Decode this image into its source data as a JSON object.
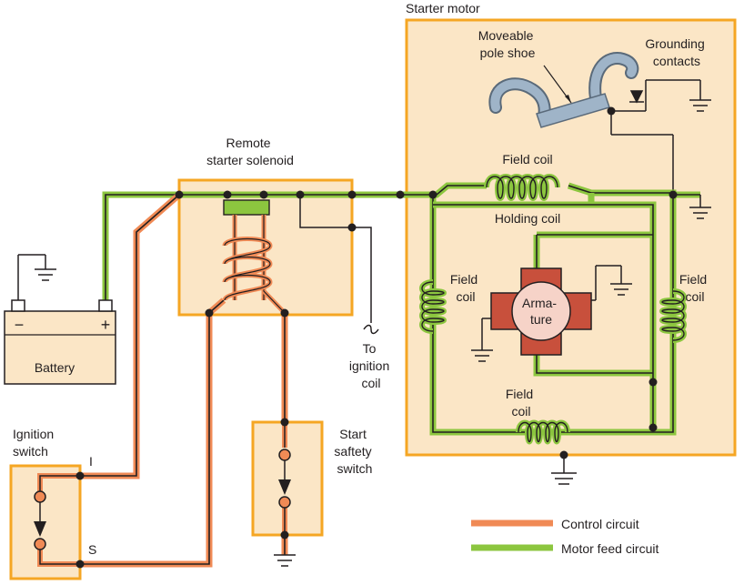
{
  "labels": {
    "starter_motor": "Starter motor",
    "moveable_pole_shoe": [
      "Moveable",
      "pole shoe"
    ],
    "grounding_contacts": [
      "Grounding",
      "contacts"
    ],
    "remote_starter_solenoid": [
      "Remote",
      "starter solenoid"
    ],
    "field_coil_top": "Field coil",
    "holding_coil": "Holding coil",
    "field_coil_left": [
      "Field",
      "coil"
    ],
    "field_coil_right": [
      "Field",
      "coil"
    ],
    "field_coil_bottom": [
      "Field",
      "coil"
    ],
    "armature": [
      "Arma-",
      "ture"
    ],
    "to_ignition_coil": [
      "To",
      "ignition",
      "coil"
    ],
    "battery": "Battery",
    "battery_minus": "−",
    "battery_plus": "+",
    "ignition_switch": [
      "Ignition",
      "switch"
    ],
    "terminal_i": "I",
    "terminal_s": "S",
    "start_safety_switch": [
      "Start",
      "saftety",
      "switch"
    ]
  },
  "legend": {
    "control": "Control circuit",
    "motor_feed": "Motor feed circuit"
  },
  "colors": {
    "control_circuit": "#f08a55",
    "motor_feed_circuit": "#8cc63f",
    "box_border": "#f5a623",
    "box_fill": "#fbe6c6",
    "wire": "#231f20",
    "battery_fill": "#fbe6c6",
    "armature_fill": "#c8503c",
    "pole_shoe": "#8fa4b8"
  }
}
